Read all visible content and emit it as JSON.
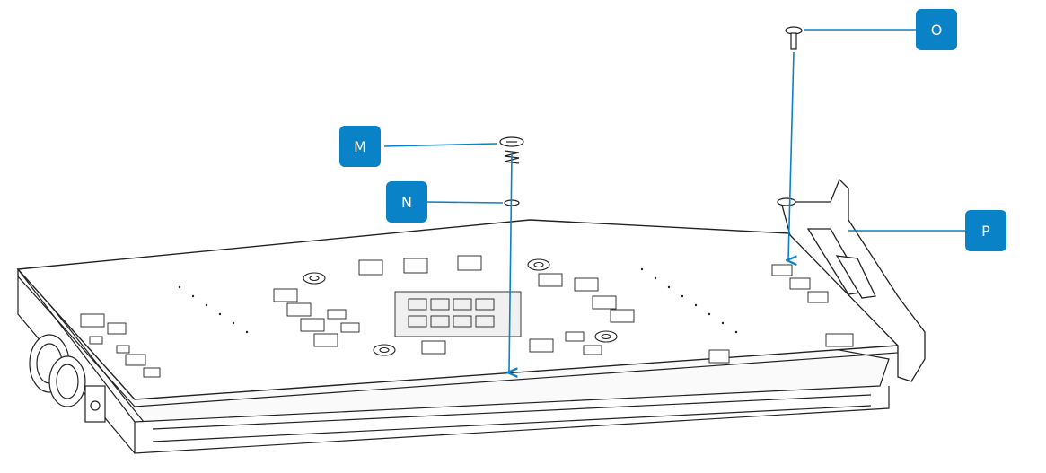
{
  "callouts": {
    "m": {
      "label": "M"
    },
    "n": {
      "label": "N"
    },
    "o": {
      "label": "O"
    },
    "p": {
      "label": "P"
    }
  },
  "colors": {
    "accent": "#0a82c7",
    "line_art": "#222222",
    "background": "#ffffff"
  }
}
